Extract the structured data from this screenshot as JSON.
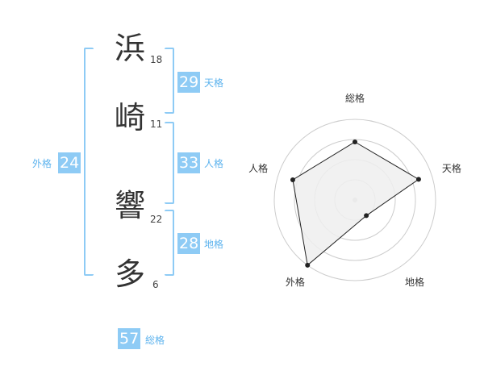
{
  "name_chars": [
    {
      "char": "浜",
      "strokes": "18"
    },
    {
      "char": "崎",
      "strokes": "11"
    },
    {
      "char": "響",
      "strokes": "22"
    },
    {
      "char": "多",
      "strokes": "6"
    }
  ],
  "fortunes": {
    "tenkaku": {
      "label": "天格",
      "value": "29"
    },
    "jinkaku": {
      "label": "人格",
      "value": "33"
    },
    "chikaku": {
      "label": "地格",
      "value": "28"
    },
    "gaikaku": {
      "label": "外格",
      "value": "24"
    },
    "soukaku": {
      "label": "総格",
      "value": "57"
    }
  },
  "chart_data": {
    "type": "radar",
    "axes": [
      "総格",
      "天格",
      "地格",
      "外格",
      "人格"
    ],
    "values": [
      0.72,
      0.83,
      0.24,
      1.0,
      0.81
    ],
    "range": [
      0,
      1
    ],
    "rings": 4,
    "colors": {
      "fill": "#eeeeee",
      "line": "#222222",
      "grid": "#cccccc",
      "accent": "#8ecbf5"
    }
  }
}
